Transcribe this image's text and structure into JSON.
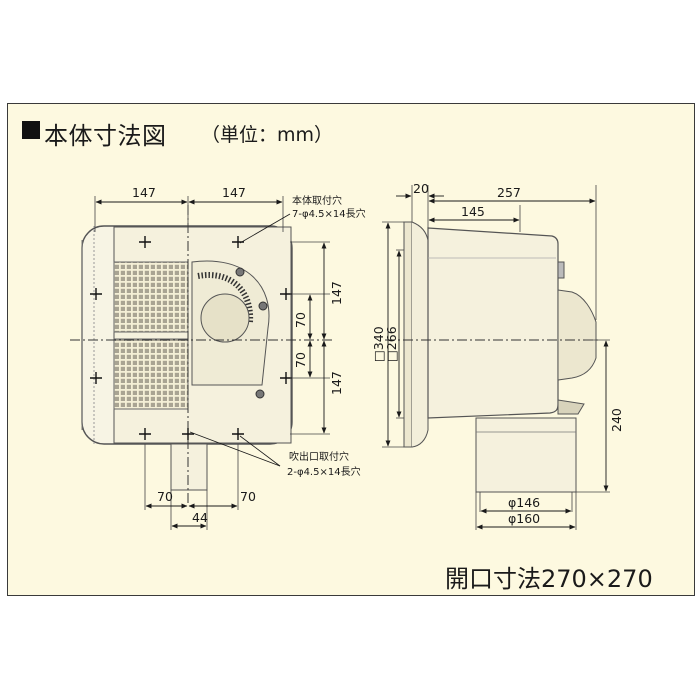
{
  "title": "本体寸法図",
  "unit_note": "（単位：mm）",
  "opening_size": "開口寸法270×270",
  "front_view": {
    "top_left_width": "147",
    "top_right_width": "147",
    "right_upper": "147",
    "right_mid_upper": "70",
    "right_mid_lower": "70",
    "right_lower": "147",
    "bottom_left": "70",
    "bottom_right": "70",
    "bottom_center": "44",
    "mount_hole_label": "本体取付穴",
    "mount_hole_spec": "7-φ4.5×14長穴",
    "outlet_hole_label": "吹出口取付穴",
    "outlet_hole_spec": "2-φ4.5×14長穴"
  },
  "side_view": {
    "flange_thickness": "20",
    "total_depth": "257",
    "body_depth": "145",
    "outer_square": "□340",
    "inner_square": "□266",
    "duct_height": "240",
    "duct_inner_dia": "φ146",
    "duct_outer_dia": "φ160"
  }
}
